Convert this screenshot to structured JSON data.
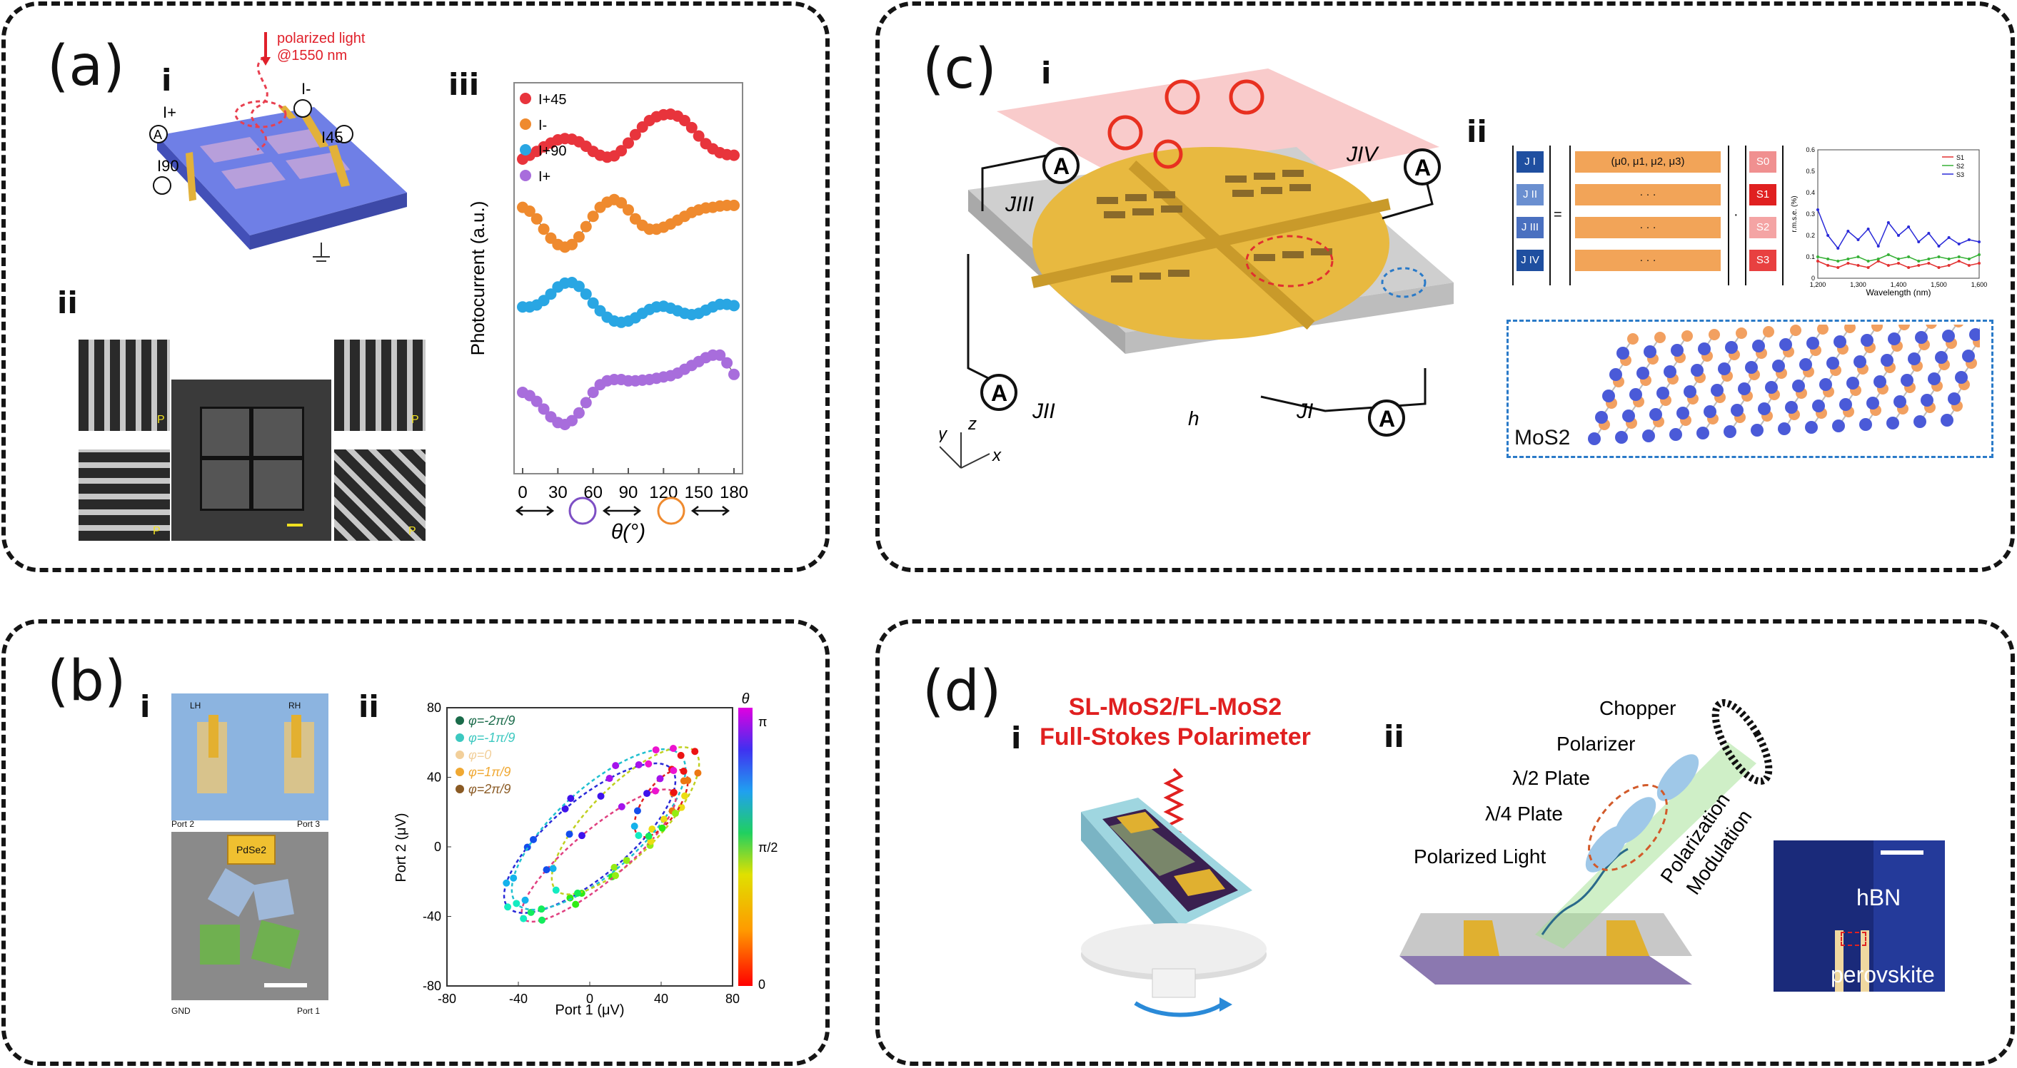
{
  "panels": {
    "a": {
      "letter": "(a)",
      "sub_i": "i",
      "sub_ii": "ii",
      "sub_iii": "iii",
      "light_label": [
        "polarized light",
        "@1550 nm"
      ],
      "device_labels": {
        "i_plus": "I+",
        "i45": "I45",
        "i90": "I90",
        "i_minus": "I-",
        "ammeter": "A"
      },
      "sem_labels": [
        "P",
        "P",
        "P",
        "P"
      ],
      "chart_data": {
        "type": "line",
        "ylabel": "Photocurrent (a.u.)",
        "xlabel": "θ(°)",
        "x_ticks": [
          0,
          30,
          60,
          90,
          120,
          150,
          180
        ],
        "xlim": [
          0,
          180
        ],
        "grid": false,
        "legend_position": "top-left",
        "series": [
          {
            "name": "I+45",
            "color": "#e8343c",
            "offset": 3,
            "x": [
              0,
              6,
              12,
              18,
              24,
              30,
              36,
              42,
              48,
              54,
              60,
              66,
              72,
              78,
              84,
              90,
              96,
              102,
              108,
              114,
              120,
              126,
              132,
              138,
              144,
              150,
              156,
              162,
              168,
              174,
              180
            ],
            "y": [
              0.3,
              0.36,
              0.42,
              0.49,
              0.55,
              0.6,
              0.62,
              0.61,
              0.57,
              0.5,
              0.42,
              0.36,
              0.33,
              0.35,
              0.43,
              0.55,
              0.68,
              0.8,
              0.9,
              0.96,
              0.99,
              1.0,
              0.97,
              0.9,
              0.79,
              0.66,
              0.54,
              0.46,
              0.4,
              0.37,
              0.36
            ]
          },
          {
            "name": "I-",
            "color": "#ef8a2e",
            "offset": 2,
            "x": [
              0,
              6,
              12,
              18,
              24,
              30,
              36,
              42,
              48,
              54,
              60,
              66,
              72,
              78,
              84,
              90,
              96,
              102,
              108,
              114,
              120,
              126,
              132,
              138,
              144,
              150,
              156,
              162,
              168,
              174,
              180
            ],
            "y": [
              0.86,
              0.8,
              0.68,
              0.52,
              0.38,
              0.28,
              0.24,
              0.28,
              0.4,
              0.56,
              0.72,
              0.86,
              0.94,
              0.98,
              0.93,
              0.82,
              0.68,
              0.58,
              0.52,
              0.52,
              0.55,
              0.6,
              0.66,
              0.72,
              0.78,
              0.82,
              0.85,
              0.86,
              0.88,
              0.89,
              0.89
            ]
          },
          {
            "name": "I+90",
            "color": "#29a6e3",
            "offset": 1,
            "x": [
              0,
              6,
              12,
              18,
              24,
              30,
              36,
              42,
              48,
              54,
              60,
              66,
              72,
              78,
              84,
              90,
              96,
              102,
              108,
              114,
              120,
              126,
              132,
              138,
              144,
              150,
              156,
              162,
              168,
              174,
              180
            ],
            "y": [
              0.62,
              0.62,
              0.65,
              0.72,
              0.82,
              0.93,
              0.99,
              1.0,
              0.94,
              0.82,
              0.68,
              0.56,
              0.46,
              0.4,
              0.38,
              0.4,
              0.45,
              0.52,
              0.58,
              0.62,
              0.63,
              0.6,
              0.56,
              0.52,
              0.5,
              0.52,
              0.57,
              0.62,
              0.66,
              0.66,
              0.64
            ]
          },
          {
            "name": "I+",
            "color": "#a86ddc",
            "offset": 0,
            "x": [
              0,
              6,
              12,
              18,
              24,
              30,
              36,
              42,
              48,
              54,
              60,
              66,
              72,
              78,
              84,
              90,
              96,
              102,
              108,
              114,
              120,
              126,
              132,
              138,
              144,
              150,
              156,
              162,
              168,
              174,
              180
            ],
            "y": [
              0.6,
              0.55,
              0.46,
              0.34,
              0.22,
              0.13,
              0.1,
              0.16,
              0.28,
              0.44,
              0.6,
              0.72,
              0.78,
              0.8,
              0.8,
              0.78,
              0.78,
              0.79,
              0.8,
              0.82,
              0.84,
              0.86,
              0.9,
              0.96,
              1.02,
              1.08,
              1.14,
              1.18,
              1.18,
              1.06,
              0.88
            ]
          }
        ]
      }
    },
    "b": {
      "letter": "(b)",
      "sub_i": "i",
      "sub_ii": "ii",
      "tile_labels": [
        "LH",
        "RH"
      ],
      "chip_label": "PdSe2",
      "ports": [
        "Port 2",
        "Port 3",
        "GND",
        "Port 1"
      ],
      "chart_data": {
        "type": "scatter",
        "xlabel": "Port 1 (μV)",
        "ylabel": "Port 2 (μV)",
        "xlim": [
          -80,
          80
        ],
        "ylim": [
          -80,
          80
        ],
        "x_ticks": [
          -80,
          -40,
          0,
          40,
          80
        ],
        "y_ticks": [
          -80,
          -40,
          0,
          40,
          80
        ],
        "colorbar": {
          "label": "θ",
          "ticks": [
            "π",
            "π/2",
            "0"
          ]
        },
        "legend_position": "top-left",
        "series": [
          {
            "name": "φ=-2π/9",
            "marker": "hexagon",
            "color": "#1a6b4a"
          },
          {
            "name": "φ=-1π/9",
            "marker": "diamond",
            "color": "#3cc8c0"
          },
          {
            "name": "φ=0",
            "marker": "circle",
            "color": "#f2cf9a"
          },
          {
            "name": "φ=1π/9",
            "marker": "triangle",
            "color": "#f0a832"
          },
          {
            "name": "φ=2π/9",
            "marker": "star",
            "color": "#8a5a24"
          }
        ],
        "ellipses": [
          {
            "cx": 0,
            "cy": 5,
            "rx": 60,
            "ry": 22,
            "angle": -40,
            "dash": true
          },
          {
            "cx": 5,
            "cy": 10,
            "rx": 62,
            "ry": 24,
            "angle": -42,
            "dash": true
          },
          {
            "cx": 20,
            "cy": 15,
            "rx": 55,
            "ry": 20,
            "angle": -45,
            "dash": true
          },
          {
            "cx": 5,
            "cy": -5,
            "rx": 55,
            "ry": 15,
            "angle": -40,
            "dash": true
          },
          {
            "cx": 40,
            "cy": 25,
            "rx": 22,
            "ry": 10,
            "angle": -55,
            "dash": true
          }
        ]
      }
    },
    "c": {
      "letter": "(c)",
      "sub_i": "i",
      "sub_ii": "ii",
      "currents": [
        "JIII",
        "JIV",
        "JII",
        "JI"
      ],
      "ammeter": "A",
      "h_label": "h",
      "axes": [
        "y",
        "z",
        "x"
      ],
      "matrix_left": [
        "J I",
        "J II",
        "J III",
        "J IV"
      ],
      "matrix_row1": "(μ0, μ1, μ2, μ3)",
      "matrix_dots": "· · ·",
      "matrix_right": [
        "S0",
        "S1",
        "S2",
        "S3"
      ],
      "mos2_label": "MoS2",
      "mini_chart_data": {
        "type": "line",
        "xlabel": "Wavelength (nm)",
        "ylabel": "r.m.s.e. (%)",
        "x_ticks": [
          1200,
          1300,
          1400,
          1500,
          1600
        ],
        "y_ticks": [
          0,
          0.1,
          0.2,
          0.3,
          0.4,
          0.5,
          0.6
        ],
        "legend": [
          "S1",
          "S2",
          "S3"
        ],
        "colors": [
          "#e23030",
          "#35b035",
          "#2a2ad8"
        ],
        "x": [
          1200,
          1225,
          1250,
          1275,
          1300,
          1325,
          1350,
          1375,
          1400,
          1425,
          1450,
          1475,
          1500,
          1525,
          1550,
          1575,
          1600
        ],
        "series": [
          [
            0.08,
            0.06,
            0.05,
            0.07,
            0.06,
            0.05,
            0.08,
            0.06,
            0.07,
            0.05,
            0.06,
            0.07,
            0.05,
            0.06,
            0.08,
            0.06,
            0.07
          ],
          [
            0.1,
            0.09,
            0.08,
            0.09,
            0.1,
            0.08,
            0.09,
            0.11,
            0.09,
            0.1,
            0.08,
            0.09,
            0.1,
            0.09,
            0.1,
            0.09,
            0.11
          ],
          [
            0.32,
            0.2,
            0.14,
            0.22,
            0.18,
            0.23,
            0.15,
            0.26,
            0.2,
            0.24,
            0.17,
            0.21,
            0.15,
            0.19,
            0.16,
            0.18,
            0.17
          ]
        ]
      }
    },
    "d": {
      "letter": "(d)",
      "sub_i": "i",
      "sub_ii": "ii",
      "title_line1": "SL-MoS2/FL-MoS2",
      "title_line2": "Full-Stokes Polarimeter",
      "optics": [
        "Chopper",
        "Polarizer",
        "λ/2 Plate",
        "λ/4 Plate",
        "Polarized Light"
      ],
      "modulation": [
        "Polarization",
        "Modulation"
      ],
      "micro_labels": [
        "hBN",
        "perovskite"
      ]
    }
  }
}
